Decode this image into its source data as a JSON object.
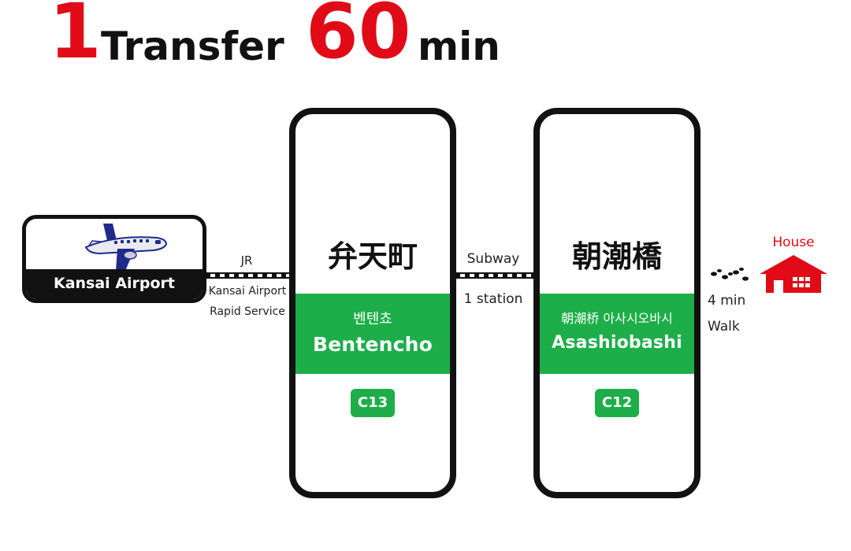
{
  "headline": {
    "transfers": "1",
    "transfer_word": "Transfer",
    "minutes": "60",
    "minutes_unit": "min"
  },
  "origin": {
    "name": "Kansai Airport",
    "icon": "airplane-icon"
  },
  "leg1": {
    "line": "JR",
    "service_line1": "Kansai Airport",
    "service_line2": "Rapid Service"
  },
  "stations": [
    {
      "kanji": "弁天町",
      "local_name": "벤텐쵸",
      "romaji": "Bentencho",
      "code": "C13"
    },
    {
      "kanji": "朝潮橋",
      "local_name": "朝潮桥 아사시오바시",
      "romaji": "Asashiobashi",
      "code": "C12"
    }
  ],
  "leg2": {
    "line": "Subway",
    "stops": "1 station"
  },
  "destination": {
    "label": "House",
    "icon": "house-icon",
    "walk_time": "4 min",
    "walk_word": "Walk"
  },
  "colors": {
    "accent_red": "#e10b17",
    "station_green": "#1dae49",
    "plane_blue": "#1f2a8c",
    "outline_black": "#111111"
  }
}
